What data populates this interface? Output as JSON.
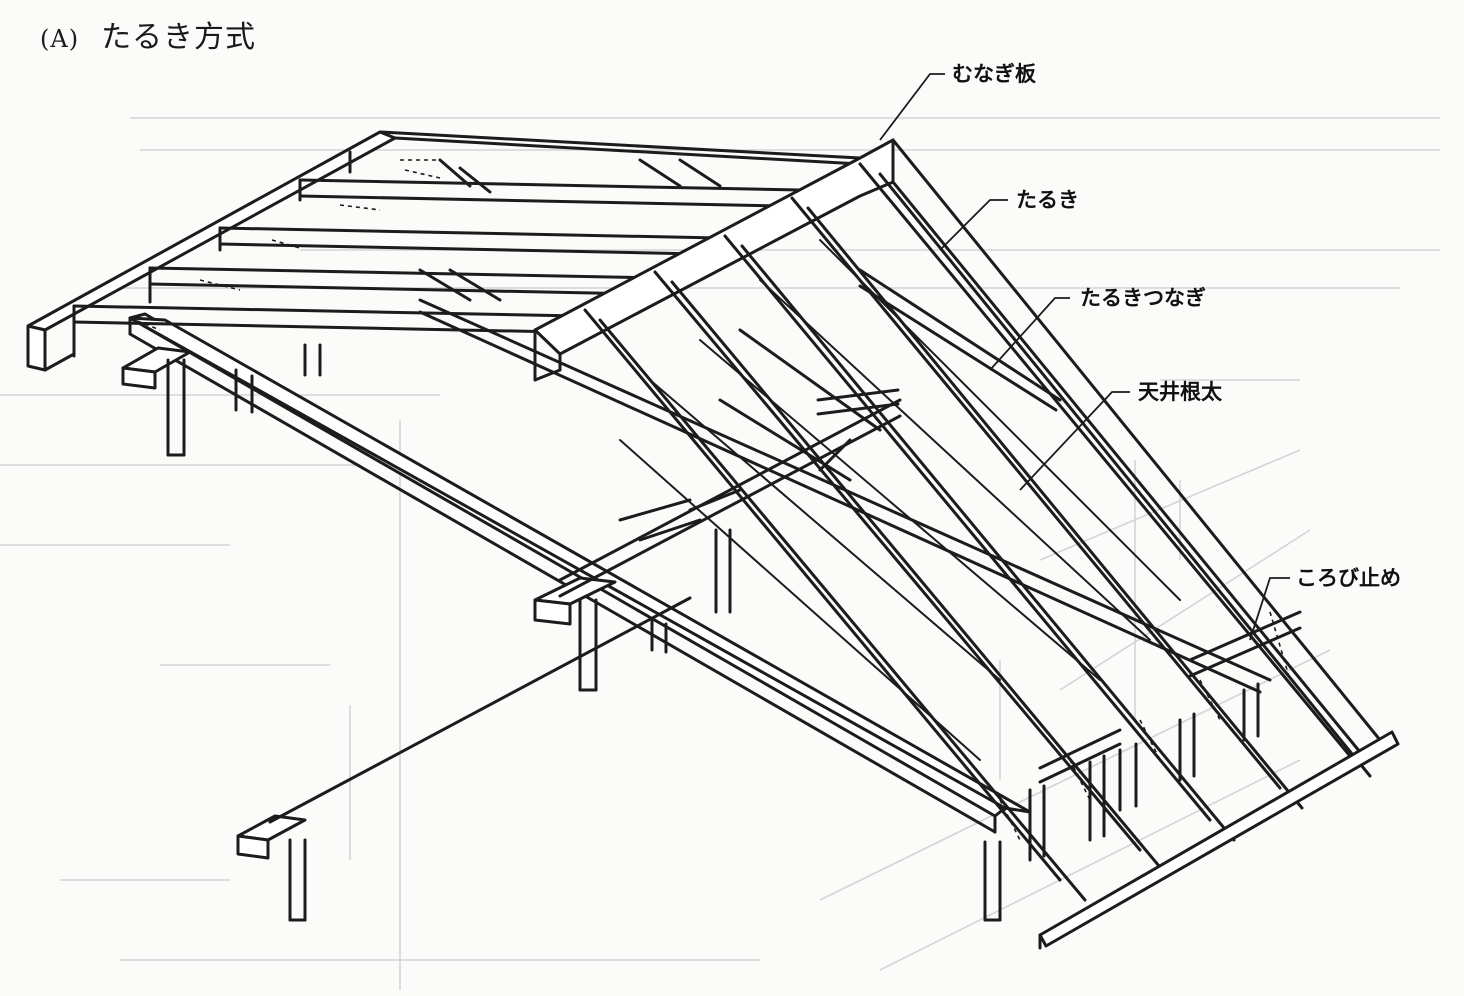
{
  "figure": {
    "mark": "(A)",
    "title": "たるき方式"
  },
  "labels": {
    "ridge_board": "むなぎ板",
    "rafter": "たるき",
    "rafter_tie": "たるきつなぎ",
    "ceiling_joist": "天井根太",
    "blocking": "ころび止め"
  }
}
